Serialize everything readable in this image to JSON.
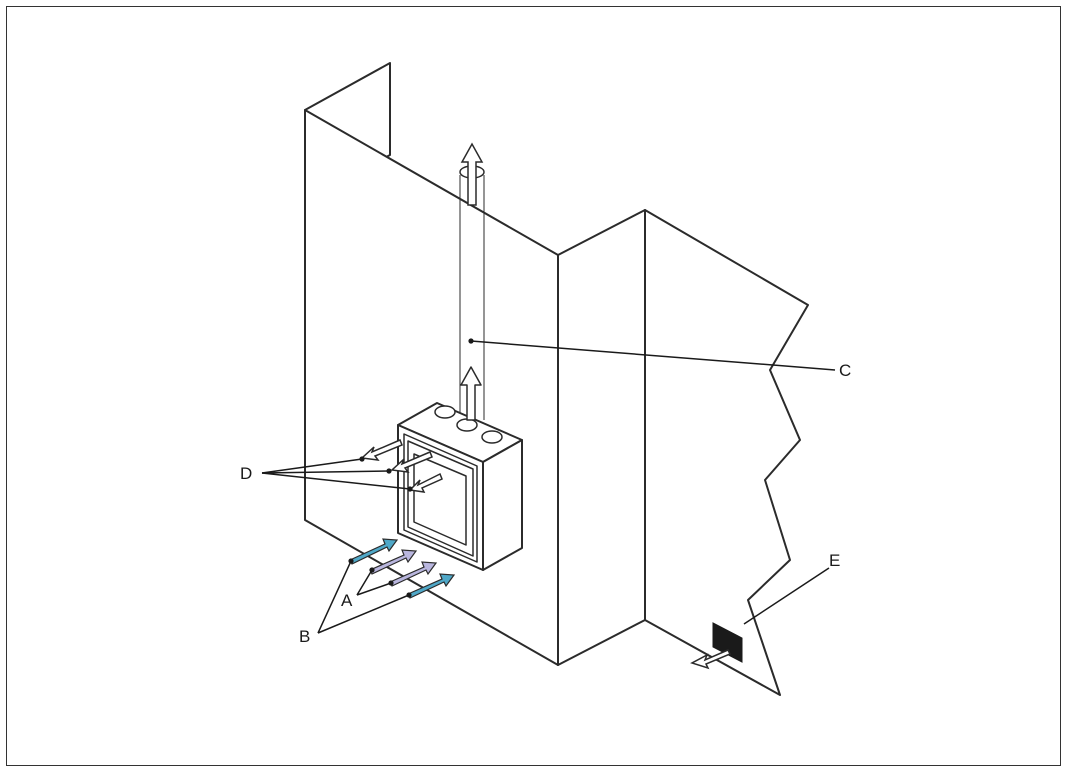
{
  "labels": {
    "a": "A",
    "b": "B",
    "c": "C",
    "d": "D",
    "e": "E"
  },
  "colors": {
    "outline": "#2b2b2b",
    "wall_fill": "#ffffff",
    "supply_arrow": "#4fa8c8",
    "extract_arrow": "#b9b6de",
    "vent_grille": "#1a1a1a"
  },
  "icons": {
    "flow_up": "up-arrow-icon",
    "flow_in": "inflow-arrow-icon",
    "flow_out": "outflow-arrow-icon"
  }
}
